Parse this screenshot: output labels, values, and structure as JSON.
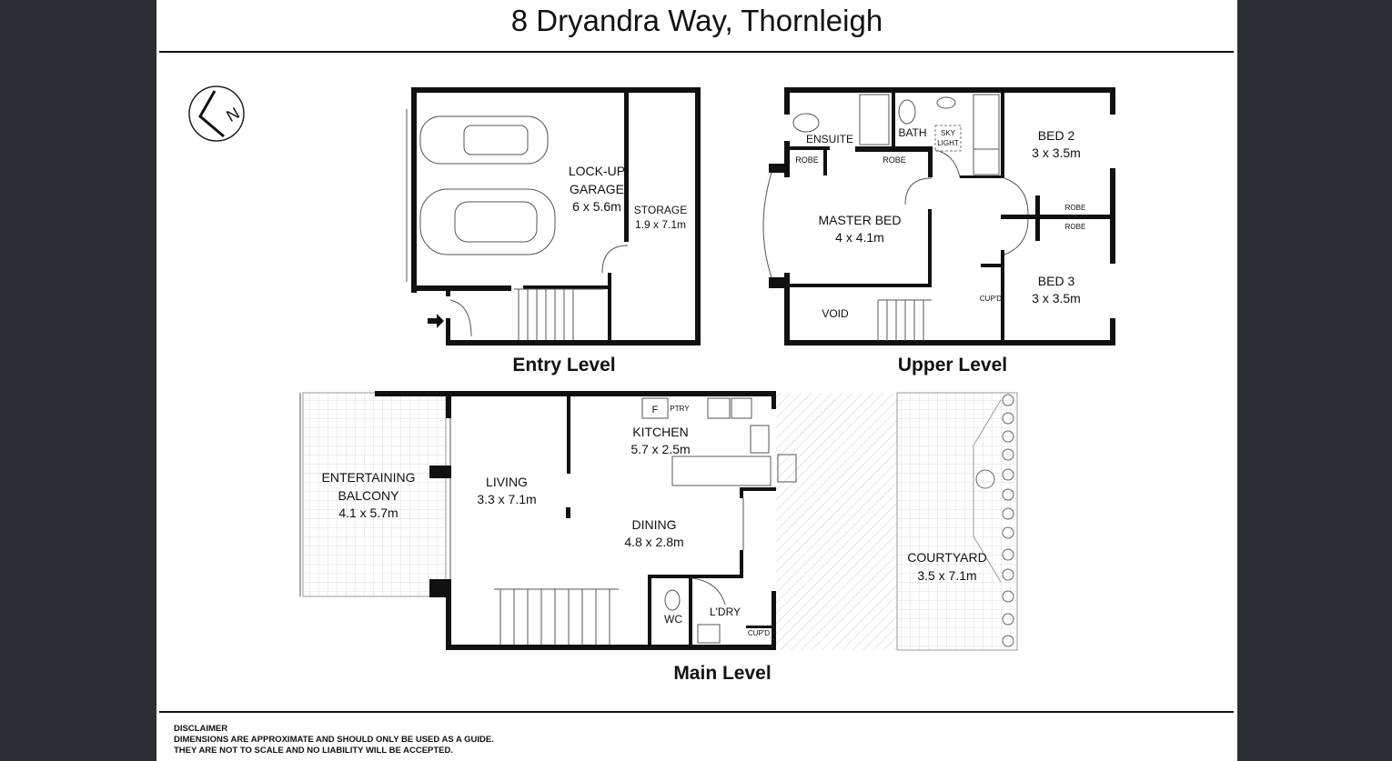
{
  "title": "8 Dryandra Way, Thornleigh",
  "compass": {
    "icon": "north-arrow-icon",
    "letter": "N"
  },
  "levels": {
    "entry": {
      "name": "Entry Level",
      "rooms": {
        "garage": [
          "LOCK-UP",
          "GARAGE",
          "6 x 5.6m"
        ],
        "storage": [
          "STORAGE",
          "1.9 x 7.1m"
        ]
      }
    },
    "upper": {
      "name": "Upper Level",
      "rooms": {
        "ensuite": "ENSUITE",
        "bath": "BATH",
        "skylight": [
          "SKY",
          "LIGHT"
        ],
        "bed2": [
          "BED 2",
          "3 x 3.5m"
        ],
        "robe": "ROBE",
        "master": [
          "MASTER BED",
          "4 x 4.1m"
        ],
        "bed3": [
          "BED 3",
          "3 x 3.5m"
        ],
        "cupd": "CUP'D",
        "void": "VOID"
      }
    },
    "main": {
      "name": "Main Level",
      "rooms": {
        "balcony": [
          "ENTERTAINING",
          "BALCONY",
          "4.1 x 5.7m"
        ],
        "living": [
          "LIVING",
          "3.3 x 7.1m"
        ],
        "kitchen": [
          "KITCHEN",
          "5.7 x 2.5m"
        ],
        "fridge": "F",
        "pantry": "PTRY",
        "dining": [
          "DINING",
          "4.8 x 2.8m"
        ],
        "wc": "WC",
        "laundry": "L'DRY",
        "cupd": "CUP'D",
        "courtyard": [
          "COURTYARD",
          "3.5 x 7.1m"
        ]
      }
    }
  },
  "disclaimer": {
    "heading": "DISCLAIMER",
    "line1": "DIMENSIONS ARE APPROXIMATE AND SHOULD ONLY BE USED AS A  GUIDE.",
    "line2": "THEY ARE NOT TO SCALE AND NO LIABILITY WILL BE ACCEPTED."
  }
}
